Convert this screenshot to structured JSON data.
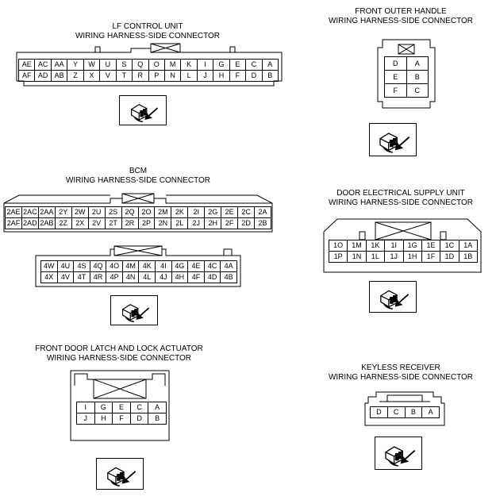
{
  "lf_control_unit": {
    "title": "LF CONTROL UNIT",
    "subtitle": "WIRING HARNESS-SIDE CONNECTOR",
    "row1": [
      "AE",
      "AC",
      "AA",
      "Y",
      "W",
      "U",
      "S",
      "Q",
      "O",
      "M",
      "K",
      "I",
      "G",
      "E",
      "C",
      "A"
    ],
    "row2": [
      "AF",
      "AD",
      "AB",
      "Z",
      "X",
      "V",
      "T",
      "R",
      "P",
      "N",
      "L",
      "J",
      "H",
      "F",
      "D",
      "B"
    ],
    "icon": "connector-arrow-icon"
  },
  "bcm": {
    "title": "BCM",
    "subtitle": "WIRING HARNESS-SIDE CONNECTOR",
    "conn2_row1": [
      "2AE",
      "2AC",
      "2AA",
      "2Y",
      "2W",
      "2U",
      "2S",
      "2Q",
      "2O",
      "2M",
      "2K",
      "2I",
      "2G",
      "2E",
      "2C",
      "2A"
    ],
    "conn2_row2": [
      "2AF",
      "2AD",
      "2AB",
      "2Z",
      "2X",
      "2V",
      "2T",
      "2R",
      "2P",
      "2N",
      "2L",
      "2J",
      "2H",
      "2F",
      "2D",
      "2B"
    ],
    "conn4_row1": [
      "4W",
      "4U",
      "4S",
      "4Q",
      "4O",
      "4M",
      "4K",
      "4I",
      "4G",
      "4E",
      "4C",
      "4A"
    ],
    "conn4_row2": [
      "4X",
      "4V",
      "4T",
      "4R",
      "4P",
      "4N",
      "4L",
      "4J",
      "4H",
      "4F",
      "4D",
      "4B"
    ],
    "icon": "connector-arrow-icon"
  },
  "front_door_latch": {
    "title": "FRONT DOOR LATCH AND LOCK ACTUATOR",
    "subtitle": "WIRING HARNESS-SIDE CONNECTOR",
    "row1": [
      "I",
      "G",
      "E",
      "C",
      "A"
    ],
    "row2": [
      "J",
      "H",
      "F",
      "D",
      "B"
    ],
    "icon": "connector-arrow-icon"
  },
  "front_outer_handle": {
    "title": "FRONT OUTER HANDLE",
    "subtitle": "WIRING HARNESS-SIDE CONNECTOR",
    "rows": [
      [
        "D",
        "A"
      ],
      [
        "E",
        "B"
      ],
      [
        "F",
        "C"
      ]
    ],
    "icon": "connector-arrow-icon"
  },
  "door_electrical_supply": {
    "title": "DOOR ELECTRICAL SUPPLY UNIT",
    "subtitle": "WIRING HARNESS-SIDE CONNECTOR",
    "row1": [
      "1O",
      "1M",
      "1K",
      "1I",
      "1G",
      "1E",
      "1C",
      "1A"
    ],
    "row2": [
      "1P",
      "1N",
      "1L",
      "1J",
      "1H",
      "1F",
      "1D",
      "1B"
    ],
    "icon": "connector-arrow-icon"
  },
  "keyless_receiver": {
    "title": "KEYLESS RECEIVER",
    "subtitle": "WIRING HARNESS-SIDE CONNECTOR",
    "row1": [
      "D",
      "C",
      "B",
      "A"
    ],
    "icon": "connector-arrow-icon"
  }
}
